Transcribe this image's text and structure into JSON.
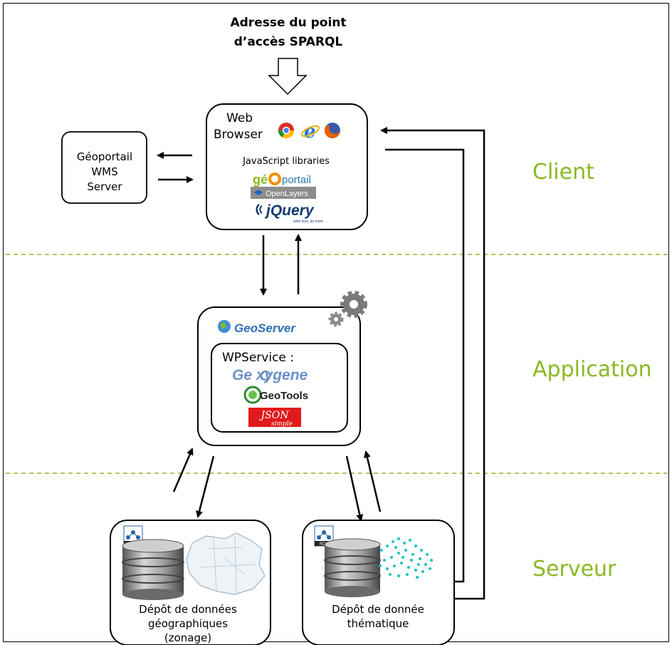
{
  "top_label": {
    "line1": "Adresse du point",
    "line2": "d’accès SPARQL"
  },
  "geoportail_server": {
    "line1": "Géoportail",
    "line2": "WMS",
    "line3": "Server"
  },
  "browser": {
    "web": "Web",
    "browser": "Browser",
    "libraries": "JavaScript libraries"
  },
  "logos": {
    "geoportail_a": "gé",
    "geoportail_b": "portail",
    "openlayers": "OpenLayers",
    "jquery": "jQuery",
    "jquery_tagline": "write less, do more",
    "geoserver": "GeoServer",
    "geoxygene": "Ge xygene",
    "geotools": "GeoTools",
    "json_a": "JSON",
    "json_b": "simple",
    "rdf": "RDF"
  },
  "wps": {
    "title": "WPService :"
  },
  "store_geo": {
    "line1": "Dépôt de données",
    "line2": "géographiques",
    "line3": "(zonage)"
  },
  "store_theme": {
    "line1": "Dépôt de donnée",
    "line2": "thématique"
  },
  "lanes": {
    "client": "Client",
    "application": "Application",
    "serveur": "Serveur"
  },
  "colors": {
    "lane_label": "#8ab823",
    "divider": "#8ab823",
    "line": "#000000"
  }
}
